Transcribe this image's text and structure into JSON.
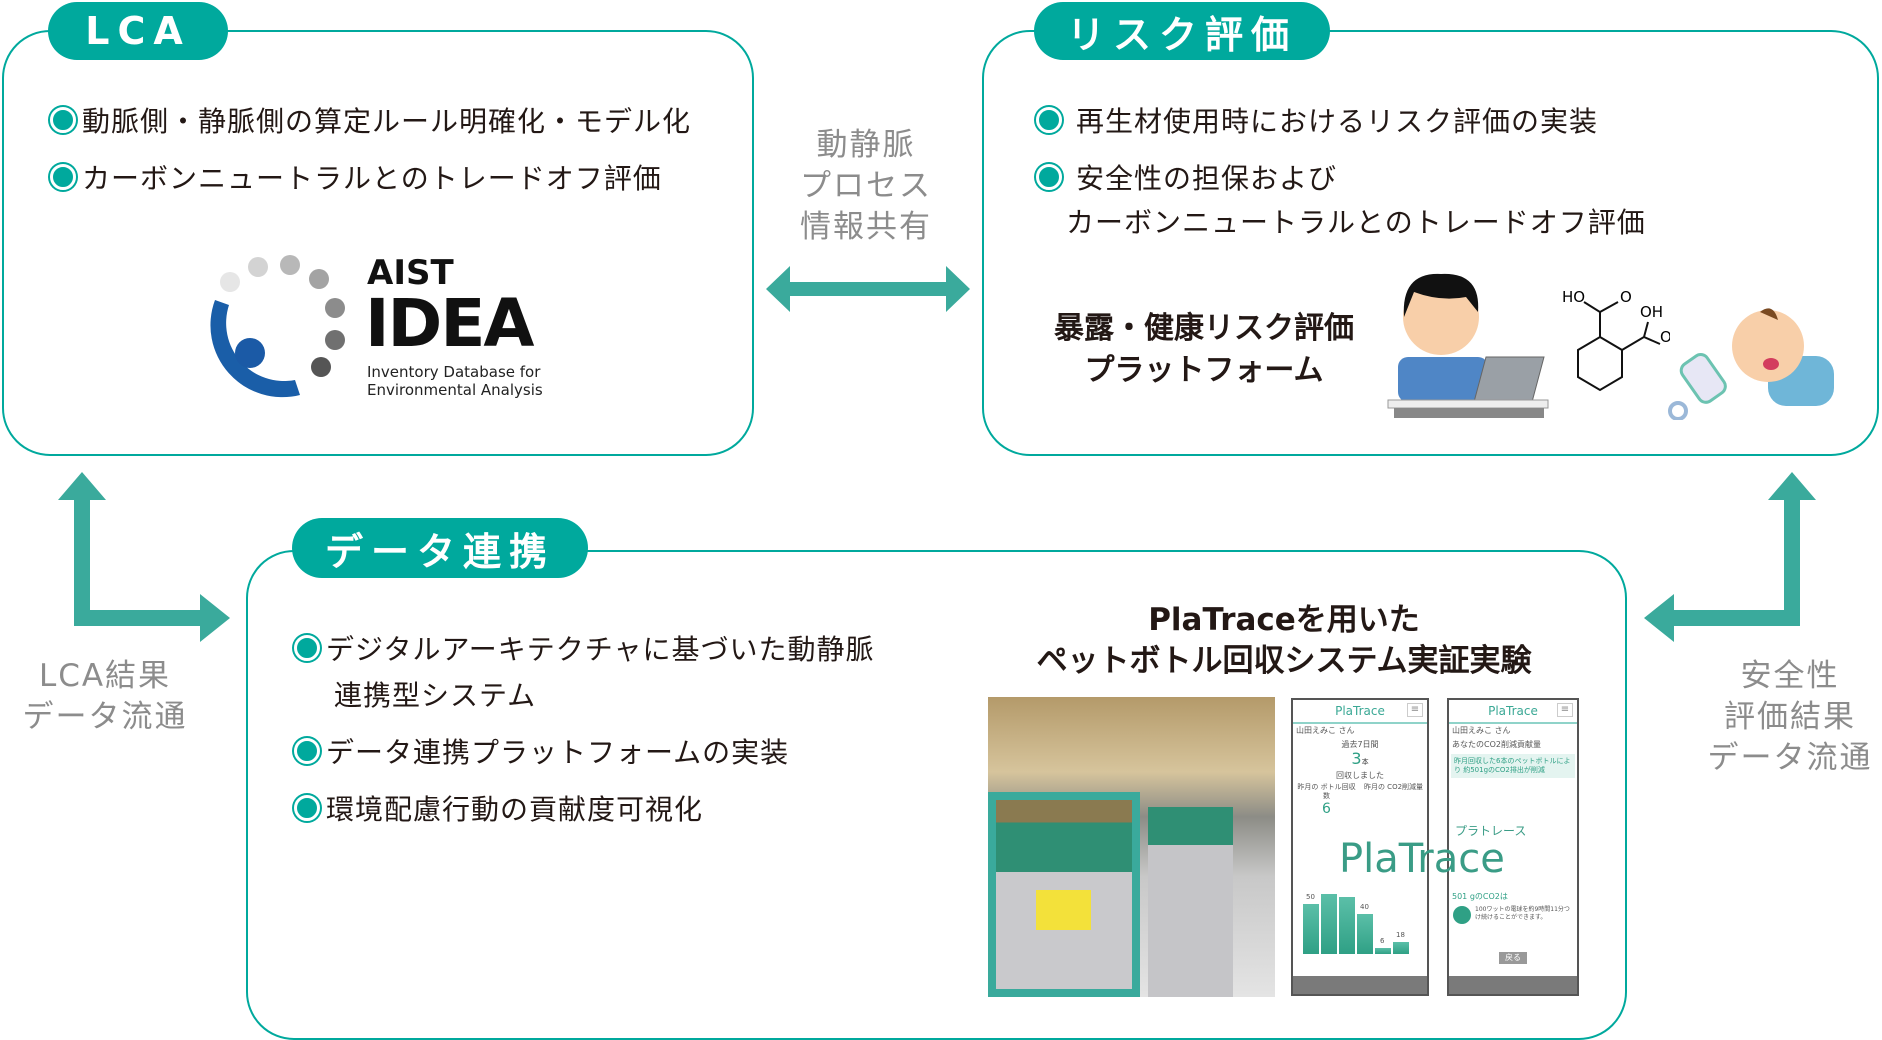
{
  "colors": {
    "accent": "#00a99d",
    "text": "#231815",
    "muted": "#8c8c8c"
  },
  "lca": {
    "title": "LCA",
    "bullets": [
      "動脈側・静脈側の算定ルール明確化・モデル化",
      "カーボンニュートラルとのトレードオフ評価"
    ],
    "logo": {
      "line1": "AIST",
      "line2": "IDEA",
      "line3": "Inventory Database for",
      "line4": "Environmental Analysis"
    }
  },
  "risk": {
    "title": "リスク評価",
    "bullets": [
      "再生材使用時におけるリスク評価の実装",
      "安全性の担保および",
      "カーボンニュートラルとのトレードオフ評価"
    ],
    "platform": [
      "暴露・健康リスク評価",
      "プラットフォーム"
    ],
    "molecule": {
      "ho": "HO",
      "o1": "O",
      "oh": "OH",
      "o2": "O"
    }
  },
  "middle": {
    "lines": [
      "動静脈",
      "プロセス",
      "情報共有"
    ]
  },
  "left_flow": {
    "lines": [
      "LCA結果",
      "データ流通"
    ]
  },
  "right_flow": {
    "lines": [
      "安全性",
      "評価結果",
      "データ流通"
    ]
  },
  "data": {
    "title": "データ連携",
    "bullets": [
      "デジタルアーキテクチャに基づいた動静脈",
      "連携型システム",
      "データ連携プラットフォームの実装",
      "環境配慮行動の貢献度可視化"
    ],
    "demo_title": [
      "PlaTraceを用いた",
      "ペットボトル回収システム実証実験"
    ],
    "phone1": {
      "logo": "PlaTrace",
      "user": "山田えみこ さん",
      "period": "過去7日間",
      "count": "3",
      "unit": "本",
      "collected": "回収しました",
      "last_month_bottles": "昨月の ボトル回収数",
      "last_bottles": "6",
      "last_month_co2": "昨月の CO2削減量",
      "bar_labels": [
        "50",
        "40",
        "6",
        "18"
      ]
    },
    "phone2": {
      "logo": "PlaTrace",
      "user": "山田えみこ さん",
      "heading": "あなたのCO2削減貢献量",
      "report": "昨月回収した6本のペットボトルにより 約501gのCO2排出が削減",
      "amount": "501 gのCO2は",
      "detail": "100ワットの電球を約9時間11分つけ続けることができます。",
      "back": "戻る"
    },
    "watermark": {
      "kana": "プラトレース",
      "name": "PlaTrace"
    }
  }
}
